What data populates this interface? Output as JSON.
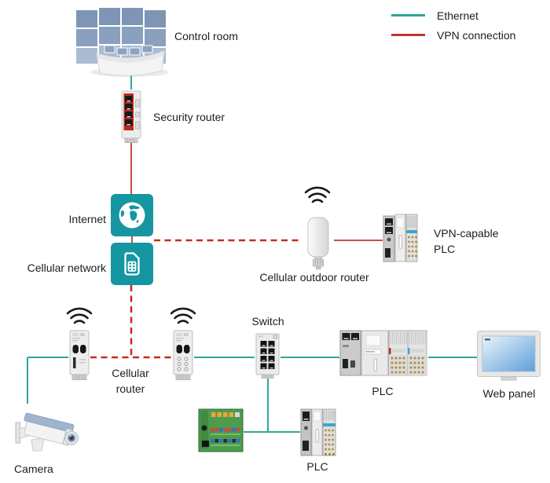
{
  "legend": {
    "items": [
      {
        "label": "Ethernet",
        "color": "#2FA79B",
        "style": "solid"
      },
      {
        "label": "VPN connection",
        "color": "#C0392B",
        "style": "solid"
      }
    ]
  },
  "colors": {
    "ethernet_line": "#2FA79B",
    "vpn_line": "#C0392B",
    "icon_background_teal": "#1596A1",
    "label_text": "#1d1d1b",
    "monitor_blue": "#7E95B5",
    "screen_gradient_blue": "#5E9FD8",
    "device_red_panel": "#C2271B",
    "device_green_body": "#4E9B4E"
  },
  "icons": {
    "internet": "globe-icon",
    "cellular_network": "sim-card-icon",
    "wireless": "wifi-signal-icon"
  },
  "nodes": {
    "control_room": {
      "label": "Control room"
    },
    "security_router": {
      "label": "Security router"
    },
    "internet": {
      "label": "Internet"
    },
    "cellular_network": {
      "label": "Cellular network"
    },
    "cellular_outdoor_router": {
      "label": "Cellular outdoor router"
    },
    "vpn_capable_plc": {
      "label": "VPN-capable PLC"
    },
    "cellular_router": {
      "label": "Cellular router"
    },
    "switch": {
      "label": "Switch"
    },
    "plc": {
      "label": "PLC"
    },
    "web_panel": {
      "label": "Web panel"
    },
    "camera": {
      "label": "Camera"
    },
    "plc_bottom": {
      "label": "PLC"
    }
  }
}
